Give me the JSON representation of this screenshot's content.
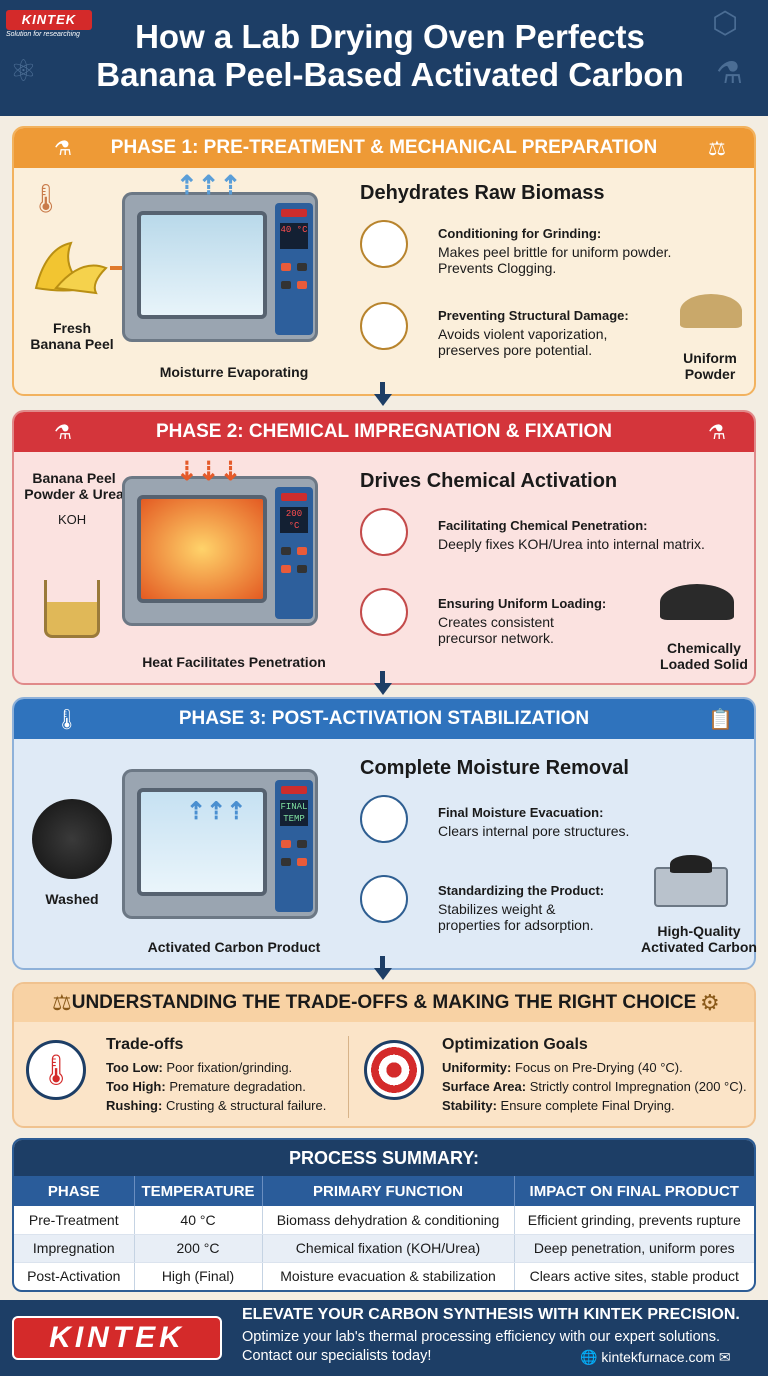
{
  "header": {
    "logo": "KINTEK",
    "logo_tagline": "Solution for researching",
    "title_line1": "How a Lab Drying Oven Perfects",
    "title_line2": "Banana Peel-Based Activated Carbon"
  },
  "phase1": {
    "banner": "PHASE 1: PRE-TREATMENT & MECHANICAL PREPARATION",
    "left_label": "Fresh\nBanana Peel",
    "oven_caption": "Moisturre Evaporating",
    "oven_display": "40 °C",
    "oven_tag": "KINTEK",
    "heading": "Dehydrates Raw Biomass",
    "items": [
      {
        "title": "Conditioning for Grinding:",
        "desc": "Makes peel brittle for uniform powder. Prevents Clogging."
      },
      {
        "title": "Preventing Structural Damage:",
        "desc": "Avoids violent vaporization, preserves pore potential."
      }
    ],
    "result_label": "Uniform\nPowder"
  },
  "phase2": {
    "banner": "PHASE 2: CHEMICAL IMPREGNATION & FIXATION",
    "left_label": "Banana Peel\nPowder & Urea",
    "left_sub": "KOH",
    "oven_caption": "Heat Facilitates Penetration",
    "oven_display": "200 °C",
    "oven_tag": "KINTEK",
    "heading": "Drives Chemical Activation",
    "items": [
      {
        "title": "Facilitating Chemical Penetration:",
        "desc": "Deeply fixes KOH/Urea into internal matrix."
      },
      {
        "title": "Ensuring Uniform Loading:",
        "desc": "Creates consistent precursor network."
      }
    ],
    "result_label": "Chemically\nLoaded Solid"
  },
  "phase3": {
    "banner": "PHASE 3: POST-ACTIVATION STABILIZATION",
    "left_label": "Washed",
    "oven_caption": "Activated Carbon Product",
    "oven_display": "FINAL TEMP",
    "oven_tag": "KINTEK",
    "heading": "Complete Moisture Removal",
    "items": [
      {
        "title": "Final Moisture Evacuation:",
        "desc": "Clears internal pore structures."
      },
      {
        "title": "Standardizing the Product:",
        "desc": "Stabilizes weight & properties for adsorption."
      }
    ],
    "result_label": "High-Quality\nActivated Carbon"
  },
  "tradeoffs": {
    "banner": "UNDERSTANDING THE TRADE-OFFS & MAKING THE RIGHT CHOICE",
    "left_heading": "Trade-offs",
    "left_items": [
      {
        "k": "Too Low:",
        "v": "Poor fixation/grinding."
      },
      {
        "k": "Too High:",
        "v": "Premature degradation."
      },
      {
        "k": "Rushing:",
        "v": "Crusting & structural failure."
      }
    ],
    "right_heading": "Optimization Goals",
    "right_items": [
      {
        "k": "Uniformity:",
        "v": "Focus on Pre-Drying (40 °C)."
      },
      {
        "k": "Surface Area:",
        "v": "Strictly control Impregnation (200 °C)."
      },
      {
        "k": "Stability:",
        "v": "Ensure complete Final Drying."
      }
    ]
  },
  "summary": {
    "title": "PROCESS SUMMARY:",
    "columns": [
      "PHASE",
      "TEMPERATURE",
      "PRIMARY FUNCTION",
      "IMPACT ON FINAL PRODUCT"
    ],
    "rows": [
      [
        "Pre-Treatment",
        "40 °C",
        "Biomass dehydration & conditioning",
        "Efficient grinding, prevents rupture"
      ],
      [
        "Impregnation",
        "200 °C",
        "Chemical fixation (KOH/Urea)",
        "Deep penetration, uniform pores"
      ],
      [
        "Post-Activation",
        "High (Final)",
        "Moisture evacuation & stabilization",
        "Clears active sites, stable product"
      ]
    ]
  },
  "footer": {
    "logo": "KINTEK",
    "headline": "ELEVATE YOUR CARBON SYNTHESIS WITH KINTEK PRECISION.",
    "desc": "Optimize your lab's thermal processing efficiency with our expert solutions. Contact our specialists today!",
    "website": "kintekfurnace.com"
  },
  "colors": {
    "navy": "#1d3e66",
    "orange": "#ee9a36",
    "red": "#d4353b",
    "blue": "#2f73bd",
    "brand_red": "#d42a2a"
  }
}
